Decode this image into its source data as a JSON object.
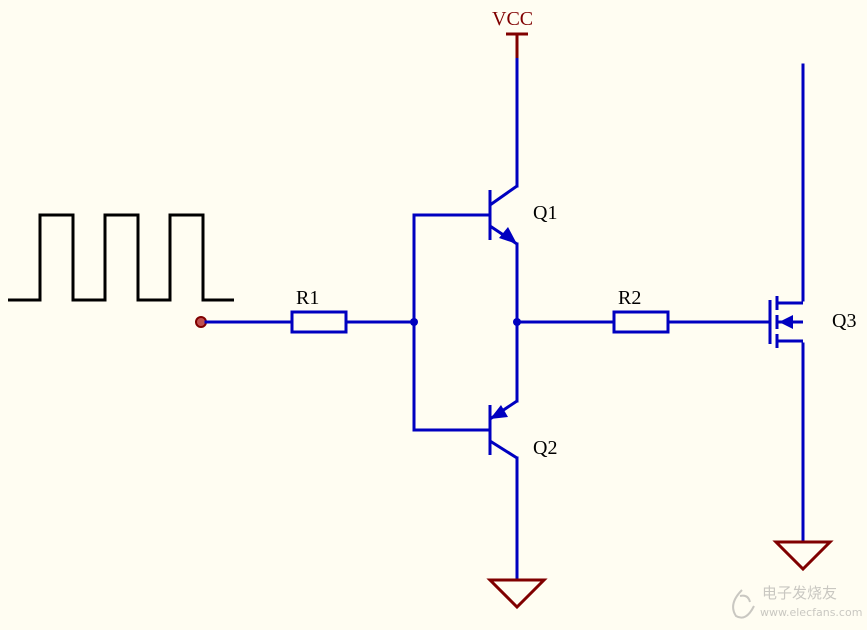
{
  "schematic": {
    "labels": {
      "vcc": "VCC",
      "r1": "R1",
      "r2": "R2",
      "q1": "Q1",
      "q2": "Q2",
      "q3": "Q3"
    },
    "colors": {
      "background": "#fffdf2",
      "wire": "#0000c0",
      "power": "#800000",
      "label": "#000000",
      "signal": "#000000"
    }
  },
  "watermark": {
    "title": "电子发烧友",
    "url": "www.elecfans.com",
    "icon": "elecfans-logo-icon"
  }
}
